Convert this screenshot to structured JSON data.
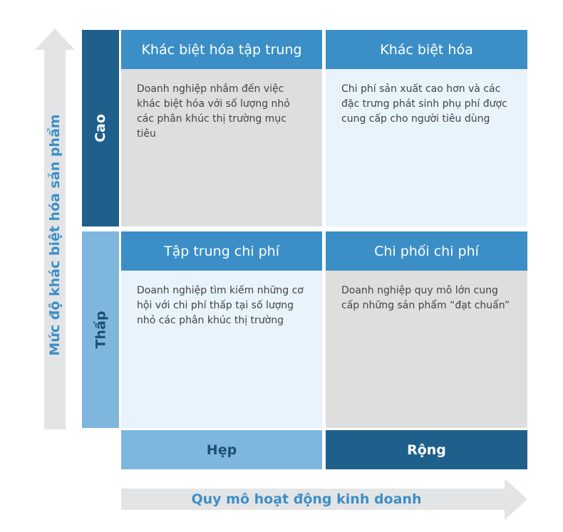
{
  "y_axis": {
    "label": "Mức độ khác biệt hóa sản phẩm"
  },
  "x_axis": {
    "label": "Quy mô hoạt động kinh doanh"
  },
  "rows": {
    "high": "Cao",
    "low": "Thấp"
  },
  "columns": {
    "narrow": "Hẹp",
    "broad": "Rộng"
  },
  "quadrants": {
    "top_left": {
      "title": "Khác biệt hóa tập trung",
      "text": "Doanh nghiệp nhắm đến việc khác biệt hóa với số lượng nhỏ các phân khúc thị trường mục tiêu"
    },
    "top_right": {
      "title": "Khác biệt hóa",
      "text": "Chi phí sản xuất cao hơn và các đặc trưng phát sinh phụ phí được cung cấp  cho người tiêu dùng"
    },
    "bottom_left": {
      "title": "Tập trung chi phí",
      "text": "Doanh nghiệp tìm kiếm những cơ hội với chi phí thấp tại số lượng nhỏ các phân khúc thị trường"
    },
    "bottom_right": {
      "title": "Chi phối chi phí",
      "text": "Doanh nghiệp quy mô lớn cung cấp những sản phẩm “đạt chuẩn”"
    }
  },
  "colors": {
    "dark_blue": "#1f5f8b",
    "mid_blue": "#3b8fc6",
    "light_blue": "#7eb6dd",
    "pale_blue": "#e9f3fb",
    "gray": "#dedede",
    "axis_text": "#3d8fc7"
  }
}
